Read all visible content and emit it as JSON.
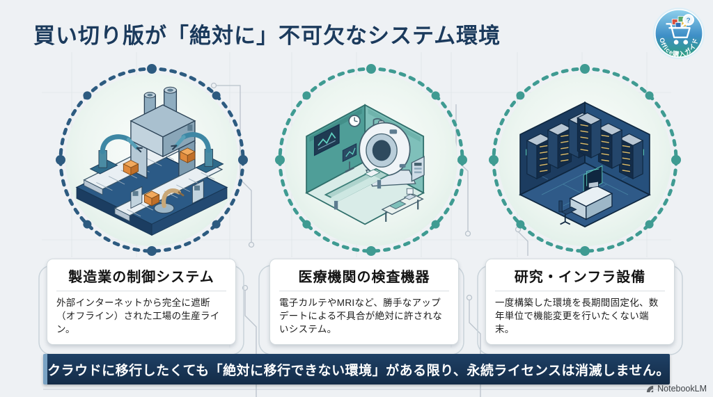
{
  "page": {
    "title": "買い切り版が「絶対に」不可欠なシステム環境"
  },
  "badge": {
    "label": "Office購入ガイド",
    "icon": "shopping-cart-with-magnifier-icon"
  },
  "sections": [
    {
      "id": "manufacturing",
      "illustration": "factory-robotic-production-line",
      "card_title": "製造業の制御システム",
      "card_body": "外部インターネットから完全に遮断（オフライン）された工場の生産ライン。"
    },
    {
      "id": "medical",
      "illustration": "mri-examination-room",
      "card_title": "医療機関の検査機器",
      "card_body": "電子カルテやMRIなど、勝手なアップデートによる不具合が絶対に許されないシステム。"
    },
    {
      "id": "research-infrastructure",
      "illustration": "server-room-with-desk",
      "card_title": "研究・インフラ設備",
      "card_body": "一度構築した環境を長期間固定化、数年単位で機能変更を行いたくない端末。"
    }
  ],
  "banner": {
    "text": "クラウドに移行したくても「絶対に移行できない環境」がある限り、永続ライセンスは消滅しません。"
  },
  "watermark": {
    "text": "NotebookLM",
    "icon": "notebooklm-logo-icon"
  },
  "colors": {
    "background": "#eef1f4",
    "title_navy": "#1b3a5c",
    "ring_navy": "#2d5b80",
    "ring_teal": "#3f9b92",
    "banner_navy": "#152e4a",
    "banner_accent": "#7aa3c4",
    "card_bg": "#ffffff",
    "box_orange": "#e8913f"
  }
}
